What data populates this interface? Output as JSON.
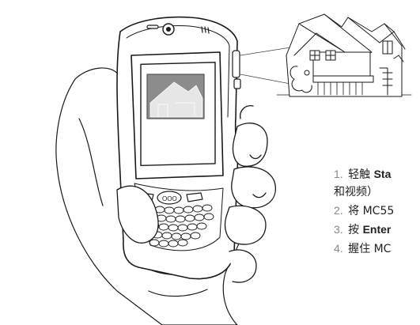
{
  "steps": [
    {
      "number": "1.",
      "text": "轻触 ",
      "bold": "Sta",
      "continuation": "和视频）"
    },
    {
      "number": "2.",
      "text": "将 MC55"
    },
    {
      "number": "3.",
      "text": "按 ",
      "bold": "Enter"
    },
    {
      "number": "4.",
      "text": "握住 MC"
    }
  ],
  "phone": {
    "keypad_center_label": "OOO"
  }
}
